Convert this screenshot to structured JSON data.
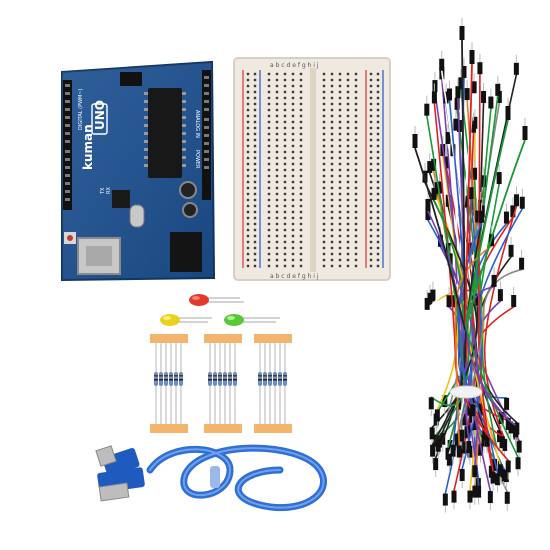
{
  "board": {
    "brand": "kuman",
    "model": "UNO",
    "digital_label": "DIGITAL (PWM~)",
    "analog_label": "ANALOG IN",
    "power_label": "POWER",
    "tx_label": "TX",
    "rx_label": "RX"
  },
  "breadboard": {
    "letters_top": "a b c d e   f g h i j",
    "letters_bottom": "a b c d e   f g h i j"
  },
  "colors": {
    "board": "#1b4f8f",
    "breadboard": "#efe9e0",
    "rail_red": "#e05555",
    "rail_blue": "#4a74c9",
    "cable": "#2f6fd6",
    "resistor_tape": "#f3b56b",
    "led_red": "#e43a2a",
    "led_yellow": "#e8d21e",
    "led_green": "#58c73a"
  },
  "icons": [
    "arduino-board",
    "breadboard",
    "led",
    "resistor",
    "usb-cable",
    "jumper-wires"
  ]
}
